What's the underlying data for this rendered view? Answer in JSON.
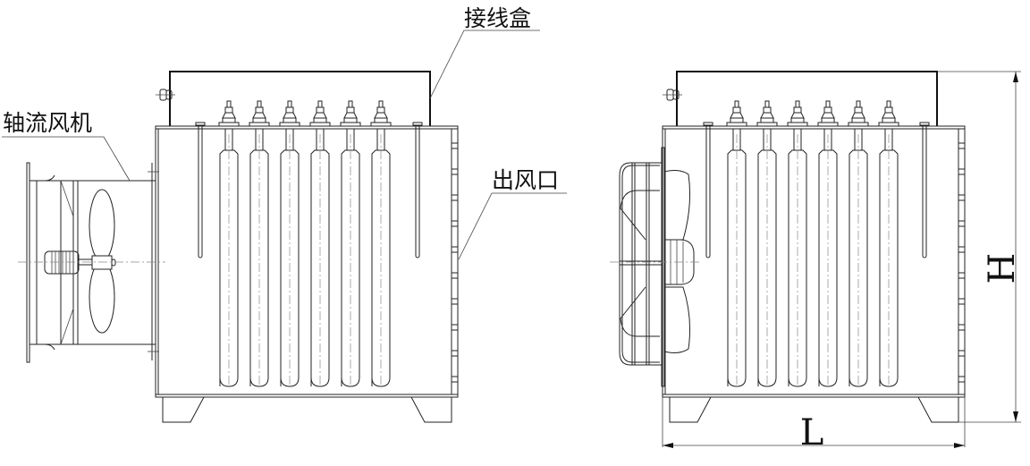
{
  "diagram": {
    "title": "Electric air duct heater - side and end view",
    "views": [
      "left-view-axial-fan",
      "right-view-external-fan"
    ],
    "labels": {
      "junction_box": "接线盒",
      "axial_fan": "轴流风机",
      "air_outlet": "出风口"
    },
    "dimensions": {
      "height": "H",
      "length": "L"
    },
    "heating_elements_per_view": 6,
    "line_color": "#222222",
    "background": "#ffffff"
  }
}
